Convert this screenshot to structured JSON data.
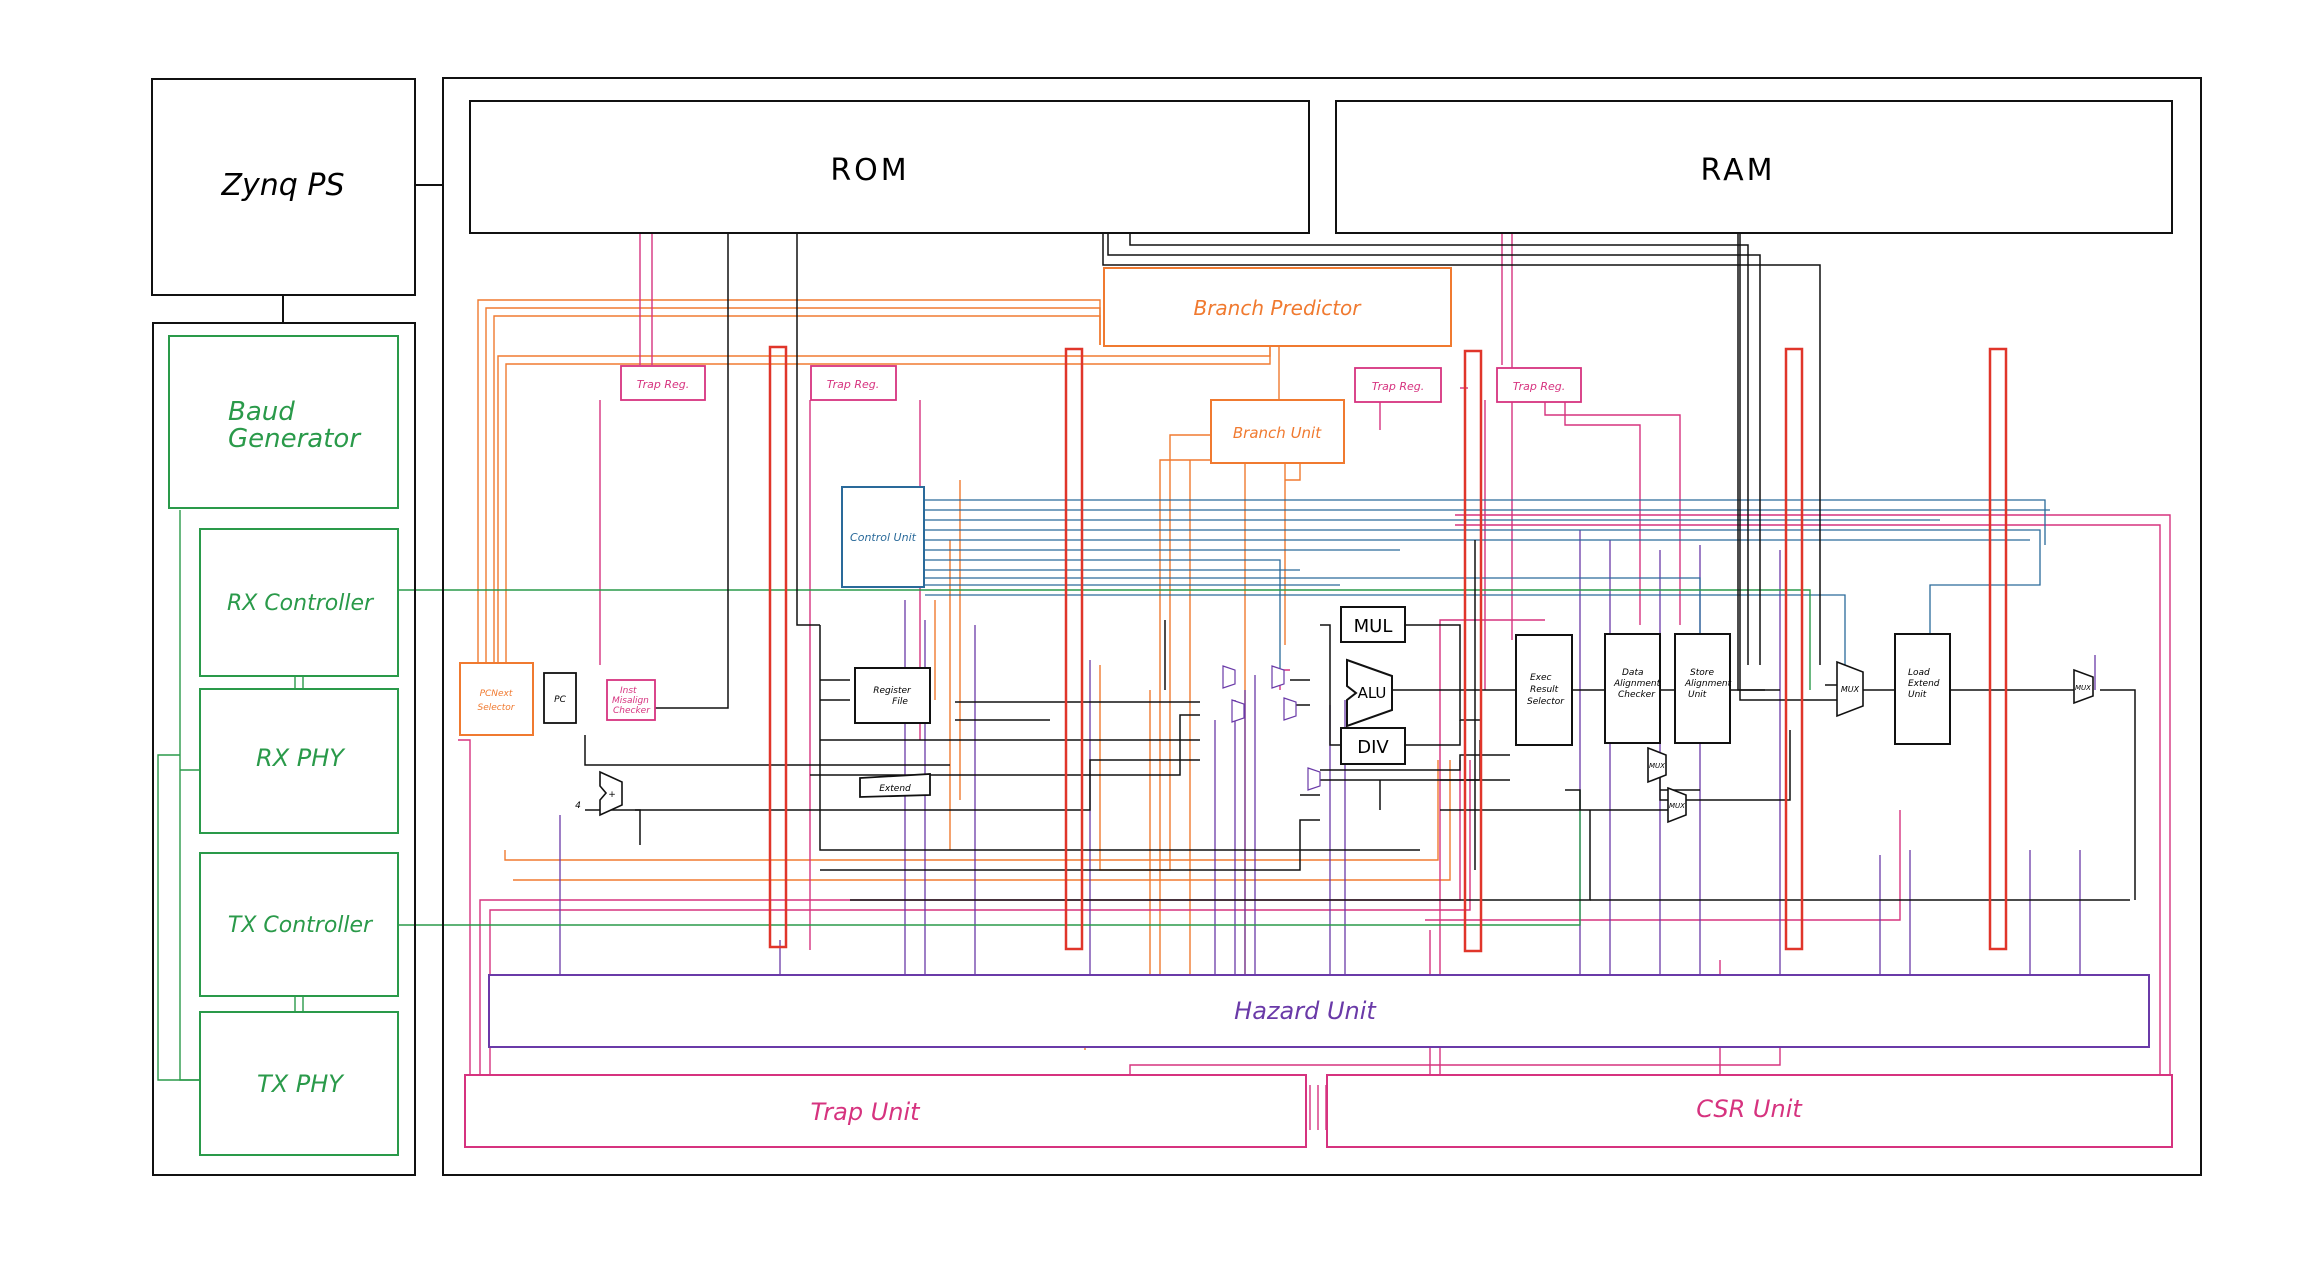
{
  "colors": {
    "black": "#111111",
    "orange": "#f07a30",
    "pink": "#d6337f",
    "purple": "#6a3aa8",
    "blue": "#2a6a9a",
    "green": "#2a9a4a",
    "red": "#e0352a",
    "teal": "#3a8a8a"
  },
  "zynq": {
    "label": "Zynq PS"
  },
  "uart": {
    "baud": [
      "Baud",
      "Generator"
    ],
    "rx_controller": "RX Controller",
    "rx_phy": "RX PHY",
    "tx_controller": "TX Controller",
    "tx_phy": "TX PHY"
  },
  "memory": {
    "rom": "ROM",
    "ram": "RAM"
  },
  "blocks": {
    "branch_predictor": "Branch Predictor",
    "branch_unit": "Branch Unit",
    "trap_reg": "Trap Reg.",
    "control_unit": "Control Unit",
    "register_file": [
      "Register",
      "File"
    ],
    "extend": "Extend",
    "pc": "PC",
    "pcnext_selector": [
      "PCNext",
      "Selector"
    ],
    "inst_misalign_checker": [
      "Inst",
      "Misalign",
      "Checker"
    ],
    "plus": "+",
    "four": "4",
    "mul": "MUL",
    "alu": "ALU",
    "div": "DIV",
    "exec_result_selector": [
      "Exec",
      "Result",
      "Selector"
    ],
    "data_alignment_checker": [
      "Data",
      "Alignment",
      "Checker"
    ],
    "store_alignment_unit": [
      "Store",
      "Alignment",
      "Unit"
    ],
    "mux": "MUX",
    "load_extend_unit": [
      "Load",
      "Extend",
      "Unit"
    ],
    "hazard_unit": "Hazard Unit",
    "trap_unit": "Trap Unit",
    "csr_unit": "CSR Unit"
  }
}
